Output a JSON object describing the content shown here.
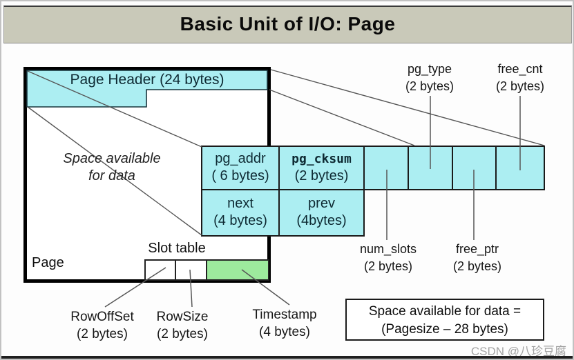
{
  "slide": {
    "title": "Basic Unit of I/O: Page"
  },
  "page": {
    "label": "Page",
    "header_label": "Page Header (24 bytes)",
    "space_line1": "Space available",
    "space_line2": "for data",
    "slot_table_label": "Slot table"
  },
  "header_grid": {
    "pg_addr": {
      "name": "pg_addr",
      "size": "( 6 bytes)"
    },
    "pg_cksum": {
      "name": "pg_cksum",
      "size": "(2 bytes)"
    },
    "next": {
      "name": "next",
      "size": "(4 bytes)"
    },
    "prev": {
      "name": "prev",
      "size": "(4bytes)"
    }
  },
  "callouts": {
    "pg_type": {
      "name": "pg_type",
      "size": "(2 bytes)"
    },
    "free_cnt": {
      "name": "free_cnt",
      "size": "(2 bytes)"
    },
    "num_slots": {
      "name": "num_slots",
      "size": "(2 bytes)"
    },
    "free_ptr": {
      "name": "free_ptr",
      "size": "(2 bytes)"
    }
  },
  "slot_callouts": {
    "row_offset": {
      "name": "RowOffSet",
      "size": "(2 bytes)"
    },
    "row_size": {
      "name": "RowSize",
      "size": "(2 bytes)"
    },
    "timestamp": {
      "name": "Timestamp",
      "size": "(4 bytes)"
    }
  },
  "note": {
    "line1": "Space available for data =",
    "line2": "(Pagesize – 28 bytes)"
  },
  "watermark": "CSDN @八珍豆腐",
  "colors": {
    "cyan": "#aceef2",
    "green": "#9dea9d",
    "title_bar": "#c9c9b9",
    "line": "#565656"
  }
}
